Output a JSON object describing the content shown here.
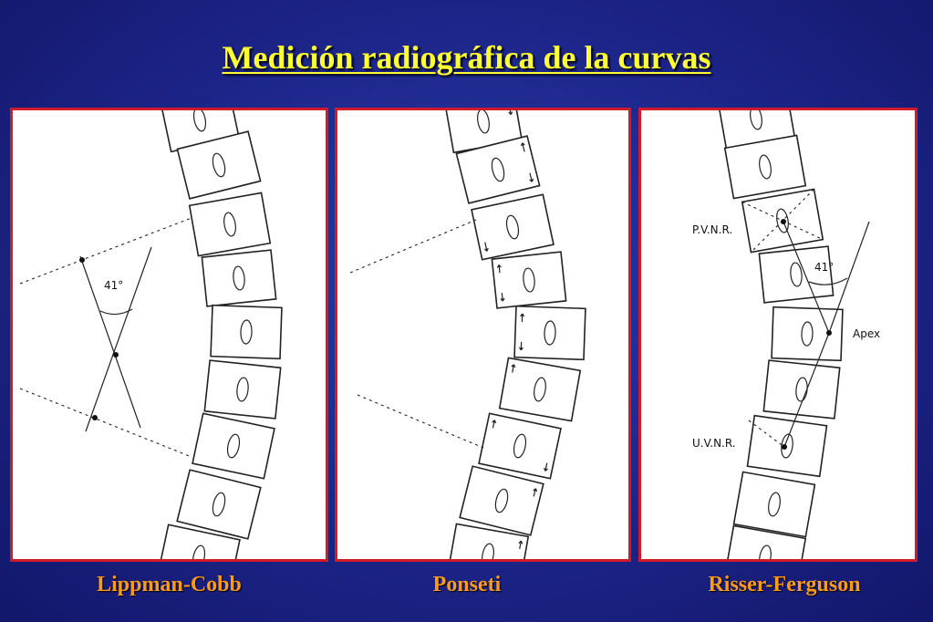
{
  "slide": {
    "title": "Medición radiográfica de la curvas"
  },
  "panels": [
    {
      "caption": "Lippman-Cobb",
      "labels": {
        "angle": "41°"
      }
    },
    {
      "caption": "Ponseti"
    },
    {
      "caption": "Risser-Ferguson",
      "labels": {
        "angle": "41°",
        "upper": "P.V.N.R.",
        "apex": "Apex",
        "lower": "U.V.N.R."
      }
    }
  ],
  "colors": {
    "background": "#1c2488",
    "title": "#ffff33",
    "panel_border": "#d11a2a",
    "caption": "#ff9a1a"
  }
}
